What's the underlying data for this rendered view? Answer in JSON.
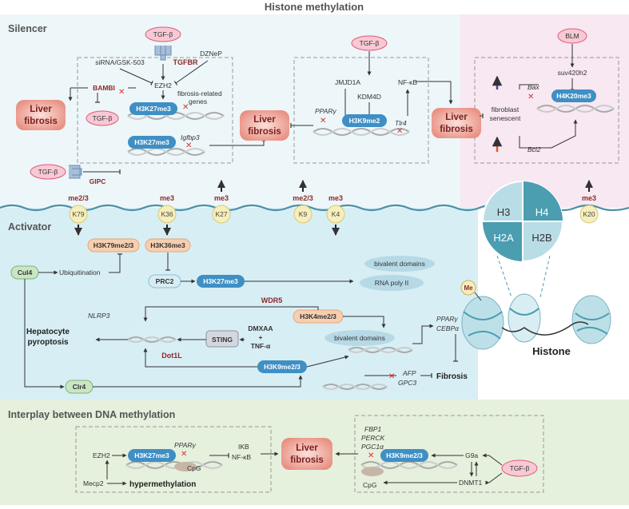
{
  "title": "Histone methylation",
  "sections": {
    "silencer": "Silencer",
    "activator": "Activator",
    "interplay": "Interplay between DNA methylation"
  },
  "common": {
    "liver_fibrosis": [
      "Liver",
      "fibrosis"
    ],
    "tgfb": "TGF-β"
  },
  "silencer": {
    "tgfbr": "TGFBR",
    "sirna": "siRNA/GSK-503",
    "dznep": "DZNeP",
    "ezh2": "EZH2",
    "bambi": "BAMBI",
    "h3k27me3": "H3K27me3",
    "fibrosis_genes": [
      "fibrosis-related",
      "genes"
    ],
    "igfbp3": "Igfbp3",
    "gipc": "GIPC",
    "jmjd1a": "JMJD1A",
    "kdm4d": "KDM4D",
    "nfkb": "NF-κB",
    "ppary": "PPARγ",
    "tlr4": "Tlr4",
    "h3k9me2": "H3K9me2",
    "blm": "BLM",
    "suv420h2": "suv420h2",
    "bax": "Bax",
    "bcl2": "Bcl2",
    "senescent": [
      "fibroblast",
      "senescent"
    ],
    "h4k20me3": "H4K20me3"
  },
  "sites": [
    {
      "mod": "me2/3",
      "site": "K79"
    },
    {
      "mod": "me3",
      "site": "K36"
    },
    {
      "mod": "me3",
      "site": "K27"
    },
    {
      "mod": "me2/3",
      "site": "K9"
    },
    {
      "mod": "me3",
      "site": "K4"
    },
    {
      "mod": "me3",
      "site": "K20"
    }
  ],
  "activator": {
    "h3k79": "H3K79me2/3",
    "h3k36": "H3K36me3",
    "cul4": "Cul4",
    "ubiquitination": "Ubiquitination",
    "prc2": "PRC2",
    "h3k27me3": "H3K27me3",
    "bivalent": "bivalent domains",
    "rnapol": "RNA poly II",
    "wdr5": "WDR5",
    "h3k4": "H3K4me2/3",
    "nlrp3": "NLRP3",
    "hepatocyte": [
      "Hepatocyte",
      "pyroptosis"
    ],
    "sting": "STING",
    "dmxaa": "DMXAA",
    "plus": "+",
    "tnfa": "TNF-α",
    "bivalent2": "bivalent domains",
    "ppary": "PPARγ",
    "cebpa": "CEBPα",
    "dot1l": "Dot1L",
    "h3k9": "H3K9me2/3",
    "clr4": "Clr4",
    "afp": "AFP",
    "gpc3": "GPC3",
    "fibrosis": "Fibrosis"
  },
  "histone": {
    "h3": "H3",
    "h4": "H4",
    "h2a": "H2A",
    "h2b": "H2B",
    "me": "Me",
    "label": "Histone"
  },
  "interplay": {
    "ezh2": "EZH2",
    "h3k27me3": "H3K27me3",
    "ppary": "PPARγ",
    "cpg": "CpG",
    "mecp2": "Mecp2",
    "hyper": "hypermethylation",
    "ikb": "IKB",
    "nfkb": "NF-κB",
    "fbp1": "FBP1",
    "perck": "PERCK",
    "pgc1a": "PGC1α",
    "h3k9": "H3K9me2/3",
    "cpg2": "CpG",
    "g9a": "G9a",
    "dnmt1": "DNMT1"
  },
  "colors": {
    "silencer_bg": "#edf6f9",
    "pink_bg": "#f7e8f1",
    "activator_bg": "#d7eef4",
    "interplay_bg": "#e5f0dd",
    "blue_pill": "#3f8fc5",
    "tgf_fill": "#f7c9d4",
    "tgf_stroke": "#e25a7a",
    "liver": "#e88e80",
    "site_fill": "#f6eebb",
    "orange_pill": "#f7cfb0",
    "green_pill": "#c9e6c4",
    "dark_red": "#8b2a2a",
    "inhibit_red": "#e03030"
  }
}
